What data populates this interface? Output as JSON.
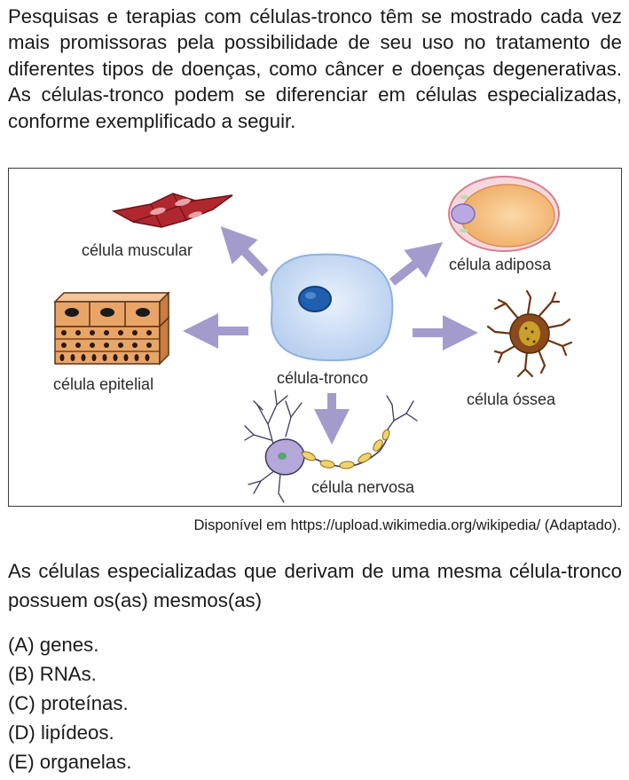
{
  "intro_text": "Pesquisas e terapias com células-tronco têm se mostrado cada vez mais promissoras pela possibilidade de seu uso no tratamento de diferentes tipos de doenças, como câncer e doenças degenerativas. As células-tronco podem se diferenciar em células especializadas, conforme exemplificado a seguir.",
  "figure": {
    "labels": {
      "muscular": "célula muscular",
      "adiposa": "célula adiposa",
      "epitelial": "célula epitelial",
      "tronco": "célula-tronco",
      "ossea": "célula óssea",
      "nervosa": "célula nervosa"
    },
    "colors": {
      "arrow": "#a39bcc",
      "stem_cell": "#c9dbf3",
      "nucleus": "#1f5fae",
      "muscle": "#b1272f",
      "fat": "#f6c48a",
      "epithelial": "#e9a568",
      "bone": "#8a4a1c",
      "nerve": "#b5a7d9",
      "myelin": "#f1d36c"
    }
  },
  "source_text": "Disponível em https://upload.wikimedia.org/wikipedia/ (Adaptado).",
  "question_text": "As células especializadas que derivam de uma mesma célula-tronco possuem os(as) mesmos(as)",
  "options": [
    "(A) genes.",
    "(B) RNAs.",
    "(C) proteínas.",
    "(D) lipídeos.",
    "(E) organelas."
  ]
}
